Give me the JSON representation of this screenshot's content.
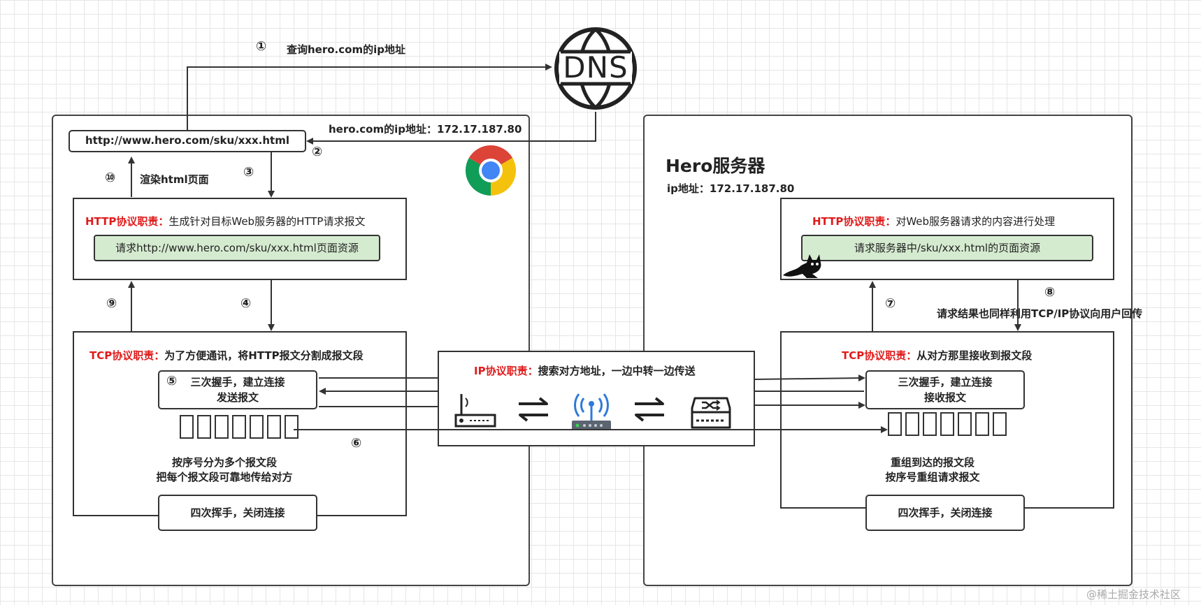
{
  "dns": {
    "label": "DNS",
    "step1_num": "①",
    "step1_text": "查询hero.com的ip地址",
    "reply_text": "hero.com的ip地址：172.17.187.80",
    "step2_num": "②"
  },
  "client": {
    "url": "http://www.hero.com/sku/xxx.html",
    "step3_num": "③",
    "step10_num": "⑩",
    "render_text": "渲染html页面",
    "http_title": "HTTP协议职责：",
    "http_desc": "生成针对目标Web服务器的HTTP请求报文",
    "http_request": "请求http://www.hero.com/sku/xxx.html页面资源",
    "step9_num": "⑨",
    "step4_num": "④",
    "tcp_title": "TCP协议职责：",
    "tcp_desc": "为了方便通讯，将HTTP报文分割成报文段",
    "step5_num": "⑤",
    "handshake_line1": "三次握手，建立连接",
    "handshake_line2": "发送报文",
    "step6_num": "⑥",
    "split_line1": "按序号分为多个报文段",
    "split_line2": "把每个报文段可靠地传给对方",
    "close_text": "四次挥手，关闭连接"
  },
  "ip": {
    "title": "IP协议职责：",
    "desc": "搜索对方地址，一边中转一边传送"
  },
  "server": {
    "title": "Hero服务器",
    "ip_label": "ip地址：172.17.187.80",
    "http_title": "HTTP协议职责：",
    "http_desc": "对Web服务器请求的内容进行处理",
    "http_request": "请求服务器中/sku/xxx.html的页面资源",
    "step7_num": "⑦",
    "step8_num": "⑧",
    "return_text": "请求结果也同样利用TCP/IP协议向用户回传",
    "tcp_title": "TCP协议职责：",
    "tcp_desc": "从对方那里接收到报文段",
    "handshake_line1": "三次握手，建立连接",
    "handshake_line2": "接收报文",
    "reassemble_line1": "重组到达的报文段",
    "reassemble_line2": "按序号重组请求报文",
    "close_text": "四次挥手，关闭连接"
  },
  "watermark": "@稀土掘金技术社区"
}
